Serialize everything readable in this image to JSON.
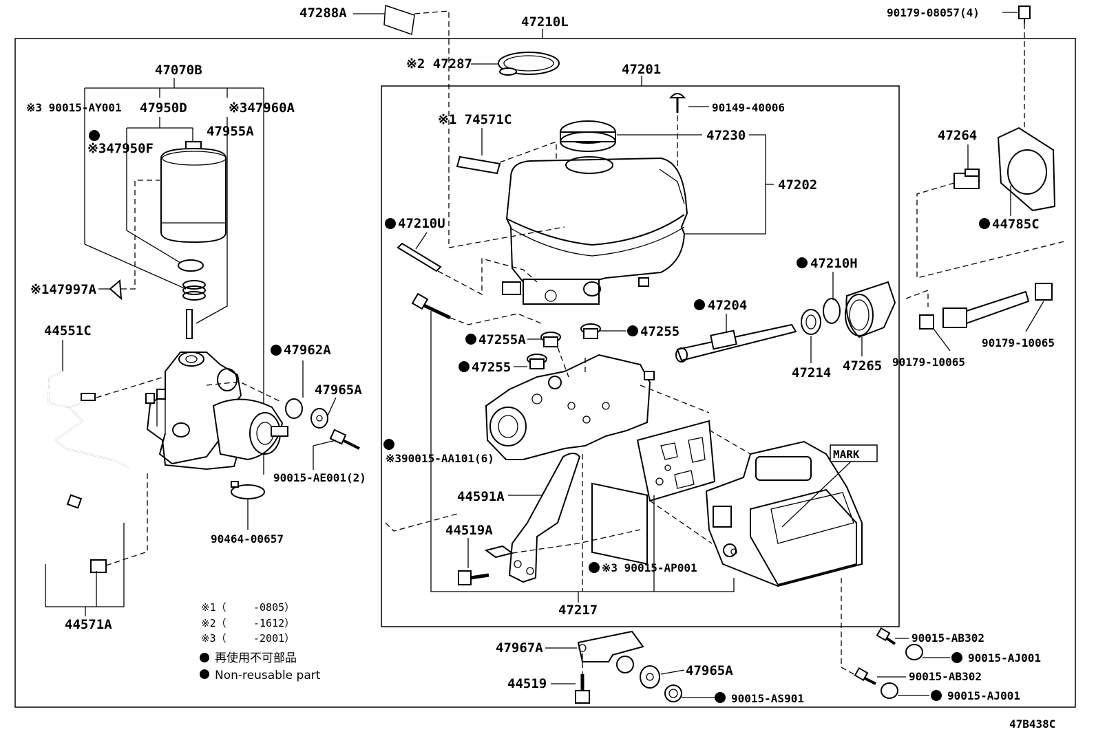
{
  "diagram_code": "47B438C",
  "labels": {
    "p47288A": "47288A",
    "p47210L": "47210L",
    "p90179_08057": "90179-08057(4)",
    "p47287": "※2 47287",
    "p47201": "47201",
    "p47070B": "47070B",
    "p90015_AY001": "※3 90015-AY001",
    "p47950D": "47950D",
    "p47960A": "※347960A",
    "p47950F": "※347950F",
    "p47955A": "47955A",
    "p74571C": "※1 74571C",
    "p90149_40006": "90149-40006",
    "p47230": "47230",
    "p47202": "47202",
    "p47264": "47264",
    "p44785C": "44785C",
    "p47210U": "47210U",
    "p47997A": "※147997A",
    "p47210H": "47210H",
    "p47204": "47204",
    "p44551C": "44551C",
    "p47255A": "47255A",
    "p47255_1": "47255",
    "p47255_2": "47255",
    "p47962A": "47962A",
    "p47965A_1": "47965A",
    "p47214": "47214",
    "p47265": "47265",
    "p90179_10065_a": "90179-10065",
    "p90179_10065_b": "90179-10065",
    "p90015_AA101": "※390015-AA101(6)",
    "p90015_AE001": "90015-AE001(2)",
    "mark": "MARK",
    "p44591A": "44591A",
    "p90464_00657": "90464-00657",
    "p44519A": "44519A",
    "p90015_AP001": "※3 90015-AP001",
    "p44571A": "44571A",
    "p47217": "47217",
    "p90015_AB302_a": "90015-AB302",
    "p90015_AB302_b": "90015-AB302",
    "p90015_AJ001_a": "90015-AJ001",
    "p90015_AJ001_b": "90015-AJ001",
    "p47967A": "47967A",
    "p47965A_2": "47965A",
    "p44519": "44519",
    "p90015_AS901": "90015-AS901"
  },
  "notes": {
    "n1_mark": "※1（",
    "n1_range": "-0805）",
    "n2_mark": "※2（",
    "n2_range": "-1612）",
    "n3_mark": "※3（",
    "n3_range": "-2001）"
  },
  "legend": {
    "jp": "再使用不可部品",
    "en": "Non-reusable part"
  }
}
